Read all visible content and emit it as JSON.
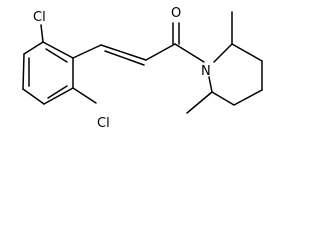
{
  "molecule": {
    "atoms": {
      "chlorine_top": "Cl",
      "chlorine_bottom": "Cl",
      "oxygen": "O",
      "nitrogen": "N"
    }
  }
}
